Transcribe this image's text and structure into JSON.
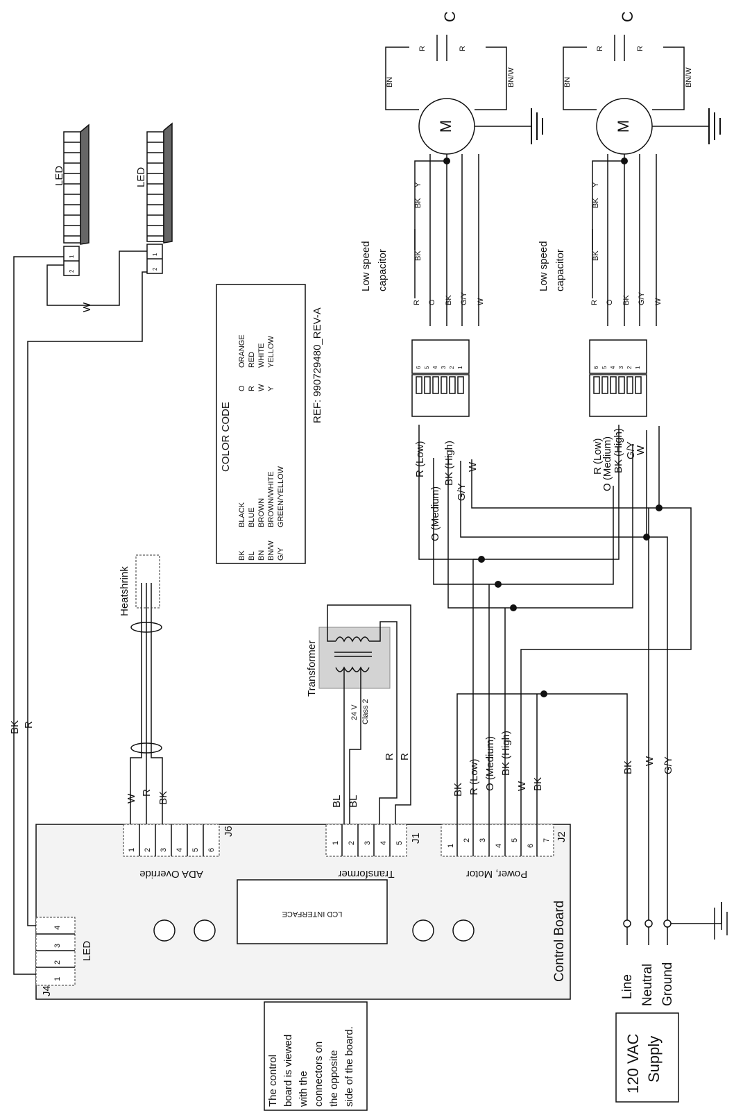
{
  "control_board": {
    "title": "Control Board",
    "lcd": "LCD INTERFACE",
    "note": [
      "The control",
      "board is viewed",
      "with the",
      "connectors on",
      "the opposite",
      "side of the board."
    ],
    "j6": {
      "id": "J6",
      "name": "ADA Override",
      "pins": [
        "1",
        "2",
        "3",
        "4",
        "5",
        "6"
      ],
      "wires": [
        "W",
        "R",
        "BK"
      ],
      "heatshrink": "Heatshrink"
    },
    "j1": {
      "id": "J1",
      "name": "Transformer",
      "pins": [
        "1",
        "2",
        "3",
        "4",
        "5"
      ],
      "wires": [
        "BL",
        "BL",
        "R",
        "R"
      ]
    },
    "j2": {
      "id": "J2",
      "name": "Power, Motor",
      "pins": [
        "1",
        "2",
        "3",
        "4",
        "5",
        "6",
        "7"
      ],
      "wires": [
        "BK",
        "R (Low)",
        "O (Medium)",
        "BK (High)",
        "W",
        "BK"
      ]
    },
    "j4": {
      "id": "J4",
      "name": "LED",
      "pins": [
        "1",
        "2",
        "3",
        "4"
      ],
      "wires": [
        "BK",
        "R"
      ]
    }
  },
  "transformer": {
    "title": "Transformer",
    "voltage": "24 V",
    "class": "Class 2"
  },
  "supply": {
    "title": [
      "120 VAC",
      "Supply"
    ],
    "terminals": [
      "Line",
      "Neutral",
      "Ground"
    ],
    "wires": [
      "BK",
      "W",
      "G/Y"
    ]
  },
  "led_modules": [
    {
      "label": "LED",
      "pins": [
        "1",
        "2"
      ]
    },
    {
      "label": "LED",
      "pins": [
        "1",
        "2"
      ]
    }
  ],
  "led_wire": "W",
  "color_code": {
    "title": "COLOR CODE",
    "left": [
      [
        "BK",
        "BLACK"
      ],
      [
        "BL",
        "BLUE"
      ],
      [
        "BN",
        "BROWN"
      ],
      [
        "BN/W",
        "BROWN/WHITE"
      ],
      [
        "G/Y",
        "GREEN/YELLOW"
      ]
    ],
    "right": [
      [
        "O",
        "ORANGE"
      ],
      [
        "R",
        "RED"
      ],
      [
        "W",
        "WHITE"
      ],
      [
        "Y",
        "YELLOW"
      ]
    ],
    "ref": "REF: 990729480_REV-A"
  },
  "motors": [
    {
      "symbol": "M",
      "capacitor": "C",
      "cap_wires": [
        "R",
        "R"
      ],
      "side_wires": [
        "BN",
        "BN/W"
      ],
      "low_speed": [
        "Low speed",
        "capacitor"
      ],
      "low_wires": [
        "BK",
        "BK",
        "Y"
      ],
      "plug_wires": [
        "R",
        "O",
        "BK",
        "G/Y",
        "W"
      ],
      "plug_pins": [
        "6",
        "5",
        "4",
        "3",
        "2",
        "1"
      ],
      "harness": [
        "R (Low)",
        "O (Medium)",
        "BK (High)",
        "G/Y",
        "W"
      ]
    },
    {
      "symbol": "M",
      "capacitor": "C",
      "cap_wires": [
        "R",
        "R"
      ],
      "side_wires": [
        "BN",
        "BN/W"
      ],
      "low_speed": [
        "Low speed",
        "capacitor"
      ],
      "low_wires": [
        "BK",
        "BK",
        "Y"
      ],
      "plug_wires": [
        "R",
        "O",
        "BK",
        "G/Y",
        "W"
      ],
      "plug_pins": [
        "6",
        "5",
        "4",
        "3",
        "2",
        "1"
      ],
      "harness": [
        "R (Low)",
        "O (Medium)",
        "BK (High)",
        "G/Y",
        "W"
      ]
    }
  ]
}
